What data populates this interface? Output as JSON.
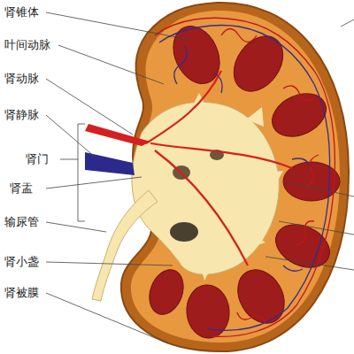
{
  "diagram": {
    "labels": [
      "肾锥体",
      "叶间动脉",
      "肾动脉",
      "肾静脉",
      "肾门",
      "肾盂",
      "输尿管",
      "肾小盏",
      "肾被膜"
    ]
  }
}
